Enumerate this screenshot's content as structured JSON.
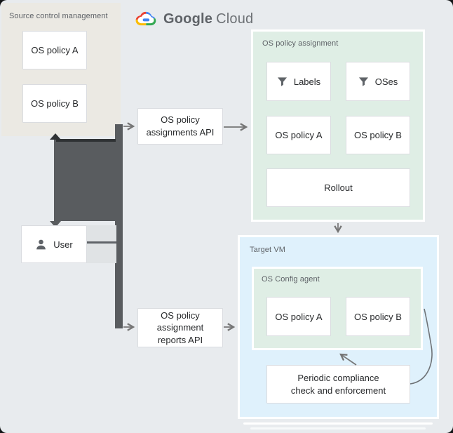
{
  "colors": {
    "background": "#e8ebee",
    "source_panel_bg": "#ebe9e3",
    "green_panel_bg": "#dfeee5",
    "blue_panel_bg": "#dff1fc",
    "connector_dark": "#595c5f",
    "connector_darker": "#2f3234",
    "arrow_gray": "#757575",
    "label_gray": "#5f6368",
    "google_blue": "#4285f4",
    "google_red": "#ea4335",
    "google_yellow": "#fbbc05",
    "google_green": "#34a853"
  },
  "logo": {
    "brand": "Google",
    "product": "Cloud"
  },
  "source_control": {
    "title": "Source control management",
    "policy_a": "OS policy A",
    "policy_b": "OS policy B"
  },
  "user": {
    "label": "User"
  },
  "apis": {
    "assignments": "OS policy\nassignments API",
    "reports": "OS policy\nassignment\nreports API"
  },
  "policy_assignment": {
    "title": "OS policy assignment",
    "labels": "Labels",
    "oses": "OSes",
    "policy_a": "OS policy A",
    "policy_b": "OS policy B",
    "rollout": "Rollout"
  },
  "target_vm": {
    "title": "Target VM",
    "agent_title": "OS Config agent",
    "agent_policy_a": "OS policy A",
    "agent_policy_b": "OS policy B",
    "periodic": "Periodic compliance\ncheck and enforcement"
  }
}
